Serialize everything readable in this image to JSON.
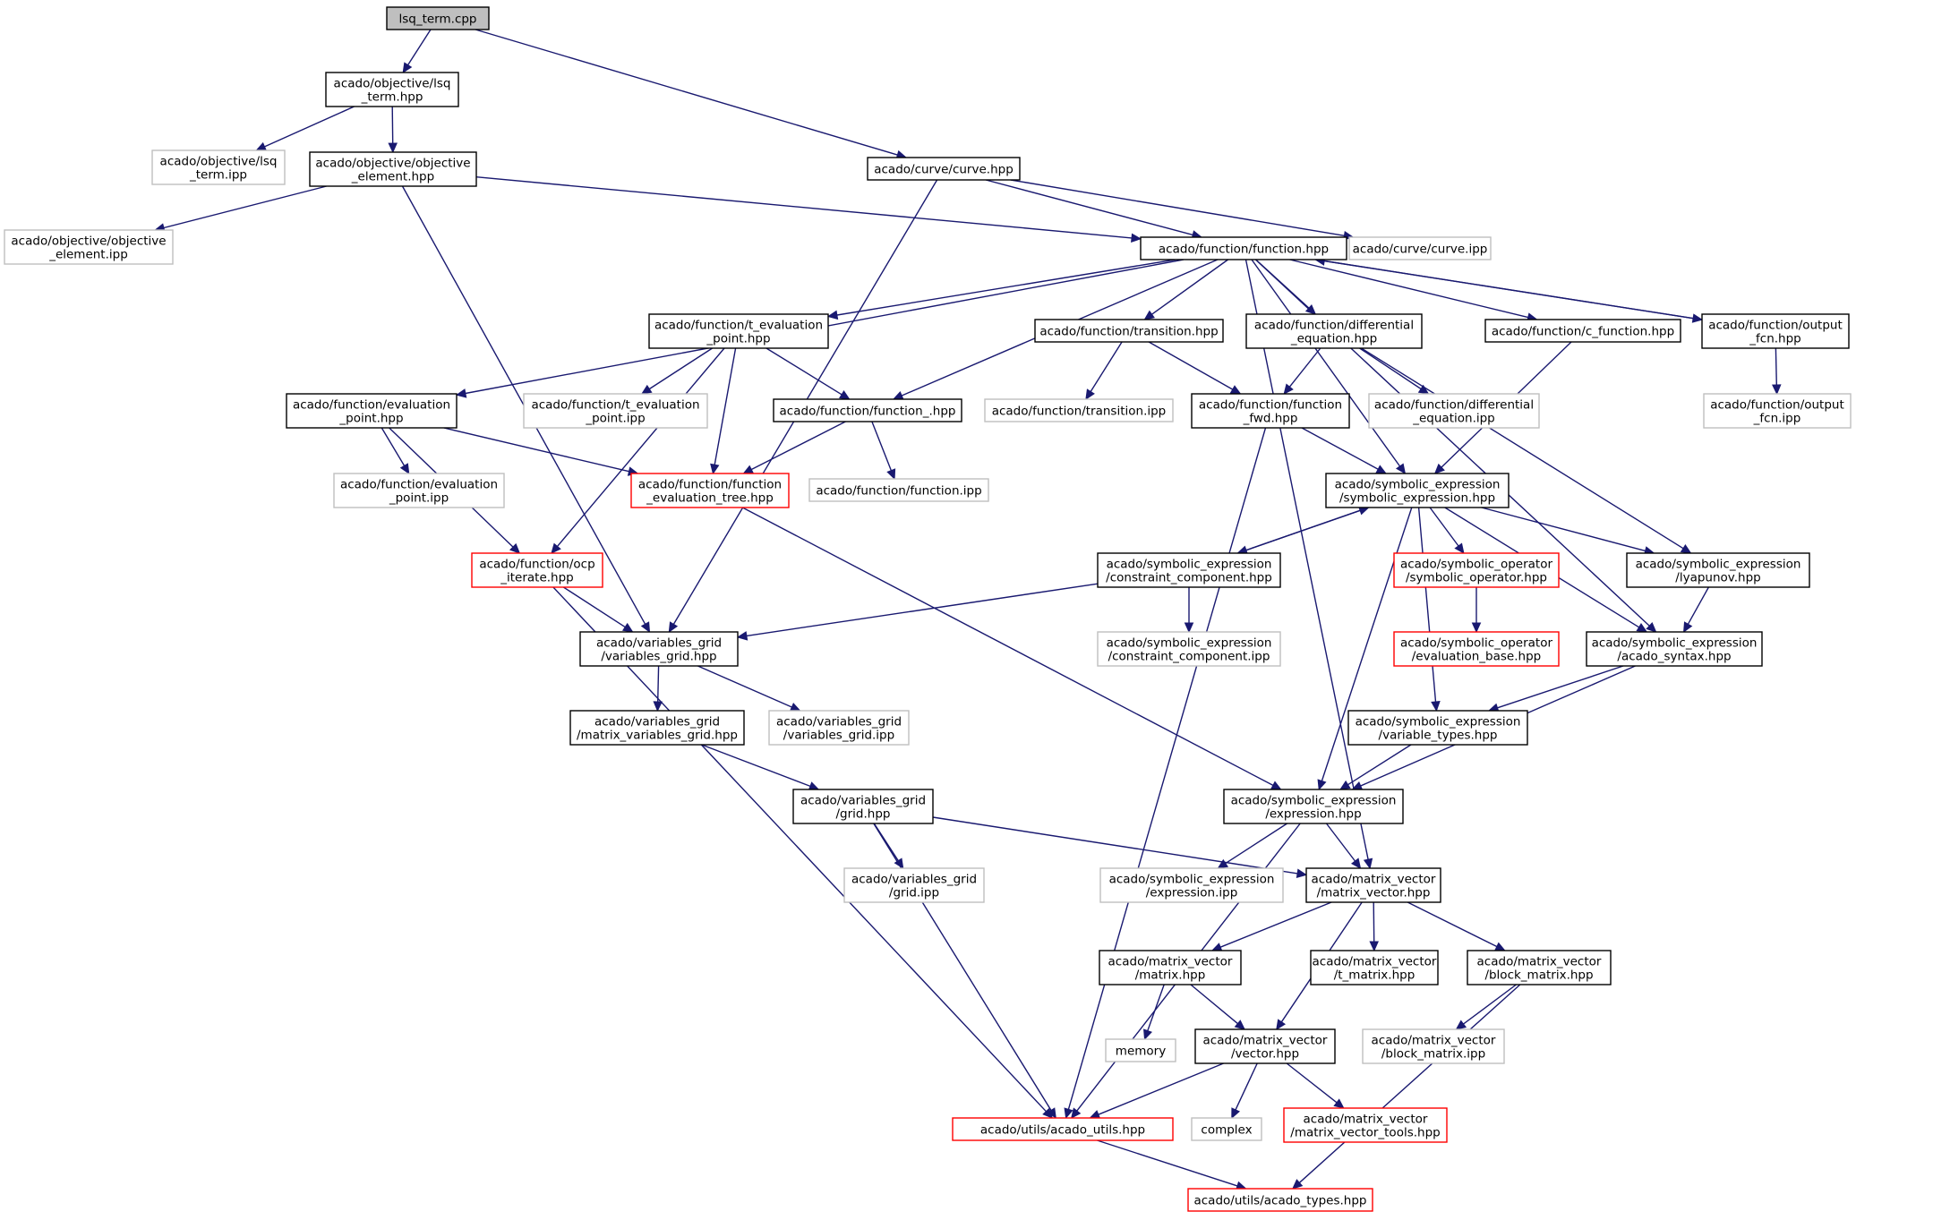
{
  "colors": {
    "edge": "#191970",
    "solid_border": "#000000",
    "missing_border": "#ff0000",
    "external_border": "#bfbfbf",
    "root_fill": "#bfbfbf",
    "text": "#000000"
  },
  "nodes": [
    {
      "id": "lsq_term_cpp",
      "lines": [
        "lsq_term.cpp"
      ],
      "style": "root"
    },
    {
      "id": "obj_lsq_hpp",
      "lines": [
        "acado/objective/lsq",
        "_term.hpp"
      ],
      "style": "solid"
    },
    {
      "id": "obj_lsq_ipp",
      "lines": [
        "acado/objective/lsq",
        "_term.ipp"
      ],
      "style": "external"
    },
    {
      "id": "obj_elem_hpp",
      "lines": [
        "acado/objective/objective",
        "_element.hpp"
      ],
      "style": "solid"
    },
    {
      "id": "obj_elem_ipp",
      "lines": [
        "acado/objective/objective",
        "_element.ipp"
      ],
      "style": "external"
    },
    {
      "id": "curve_hpp",
      "lines": [
        "acado/curve/curve.hpp"
      ],
      "style": "solid"
    },
    {
      "id": "curve_ipp",
      "lines": [
        "acado/curve/curve.ipp"
      ],
      "style": "external"
    },
    {
      "id": "function_hpp",
      "lines": [
        "acado/function/function.hpp"
      ],
      "style": "solid"
    },
    {
      "id": "t_eval_hpp",
      "lines": [
        "acado/function/t_evaluation",
        "_point.hpp"
      ],
      "style": "solid"
    },
    {
      "id": "transition_hpp",
      "lines": [
        "acado/function/transition.hpp"
      ],
      "style": "solid"
    },
    {
      "id": "diff_eq_hpp",
      "lines": [
        "acado/function/differential",
        "_equation.hpp"
      ],
      "style": "solid"
    },
    {
      "id": "c_function_hpp",
      "lines": [
        "acado/function/c_function.hpp"
      ],
      "style": "solid"
    },
    {
      "id": "output_fcn_hpp",
      "lines": [
        "acado/function/output",
        "_fcn.hpp"
      ],
      "style": "solid"
    },
    {
      "id": "eval_point_hpp",
      "lines": [
        "acado/function/evaluation",
        "_point.hpp"
      ],
      "style": "solid"
    },
    {
      "id": "t_eval_ipp",
      "lines": [
        "acado/function/t_evaluation",
        "_point.ipp"
      ],
      "style": "external"
    },
    {
      "id": "function__hpp",
      "lines": [
        "acado/function/function_.hpp"
      ],
      "style": "solid"
    },
    {
      "id": "transition_ipp",
      "lines": [
        "acado/function/transition.ipp"
      ],
      "style": "external"
    },
    {
      "id": "function_fwd_hpp",
      "lines": [
        "acado/function/function",
        "_fwd.hpp"
      ],
      "style": "solid"
    },
    {
      "id": "diff_eq_ipp",
      "lines": [
        "acado/function/differential",
        "_equation.ipp"
      ],
      "style": "external"
    },
    {
      "id": "output_fcn_ipp",
      "lines": [
        "acado/function/output",
        "_fcn.ipp"
      ],
      "style": "external"
    },
    {
      "id": "eval_point_ipp",
      "lines": [
        "acado/function/evaluation",
        "_point.ipp"
      ],
      "style": "external"
    },
    {
      "id": "func_eval_tree_hpp",
      "lines": [
        "acado/function/function",
        "_evaluation_tree.hpp"
      ],
      "style": "missing"
    },
    {
      "id": "function_ipp",
      "lines": [
        "acado/function/function.ipp"
      ],
      "style": "external"
    },
    {
      "id": "sym_expr_hpp",
      "lines": [
        "acado/symbolic_expression",
        "/symbolic_expression.hpp"
      ],
      "style": "solid"
    },
    {
      "id": "ocp_iterate_hpp",
      "lines": [
        "acado/function/ocp",
        "_iterate.hpp"
      ],
      "style": "missing"
    },
    {
      "id": "constraint_comp_hpp",
      "lines": [
        "acado/symbolic_expression",
        "/constraint_component.hpp"
      ],
      "style": "solid"
    },
    {
      "id": "sym_op_hpp",
      "lines": [
        "acado/symbolic_operator",
        "/symbolic_operator.hpp"
      ],
      "style": "missing"
    },
    {
      "id": "lyapunov_hpp",
      "lines": [
        "acado/symbolic_expression",
        "/lyapunov.hpp"
      ],
      "style": "solid"
    },
    {
      "id": "var_grid_hpp",
      "lines": [
        "acado/variables_grid",
        "/variables_grid.hpp"
      ],
      "style": "solid"
    },
    {
      "id": "constraint_comp_ipp",
      "lines": [
        "acado/symbolic_expression",
        "/constraint_component.ipp"
      ],
      "style": "external"
    },
    {
      "id": "eval_base_hpp",
      "lines": [
        "acado/symbolic_operator",
        "/evaluation_base.hpp"
      ],
      "style": "missing"
    },
    {
      "id": "acado_syntax_hpp",
      "lines": [
        "acado/symbolic_expression",
        "/acado_syntax.hpp"
      ],
      "style": "solid"
    },
    {
      "id": "matrix_var_grid_hpp",
      "lines": [
        "acado/variables_grid",
        "/matrix_variables_grid.hpp"
      ],
      "style": "solid"
    },
    {
      "id": "var_grid_ipp",
      "lines": [
        "acado/variables_grid",
        "/variables_grid.ipp"
      ],
      "style": "external"
    },
    {
      "id": "variable_types_hpp",
      "lines": [
        "acado/symbolic_expression",
        "/variable_types.hpp"
      ],
      "style": "solid"
    },
    {
      "id": "grid_hpp",
      "lines": [
        "acado/variables_grid",
        "/grid.hpp"
      ],
      "style": "solid"
    },
    {
      "id": "expression_hpp",
      "lines": [
        "acado/symbolic_expression",
        "/expression.hpp"
      ],
      "style": "solid"
    },
    {
      "id": "grid_ipp",
      "lines": [
        "acado/variables_grid",
        "/grid.ipp"
      ],
      "style": "external"
    },
    {
      "id": "expression_ipp",
      "lines": [
        "acado/symbolic_expression",
        "/expression.ipp"
      ],
      "style": "external"
    },
    {
      "id": "matrix_vector_hpp",
      "lines": [
        "acado/matrix_vector",
        "/matrix_vector.hpp"
      ],
      "style": "solid"
    },
    {
      "id": "matrix_hpp",
      "lines": [
        "acado/matrix_vector",
        "/matrix.hpp"
      ],
      "style": "solid"
    },
    {
      "id": "t_matrix_hpp",
      "lines": [
        "acado/matrix_vector",
        "/t_matrix.hpp"
      ],
      "style": "solid"
    },
    {
      "id": "block_matrix_hpp",
      "lines": [
        "acado/matrix_vector",
        "/block_matrix.hpp"
      ],
      "style": "solid"
    },
    {
      "id": "memory",
      "lines": [
        "memory"
      ],
      "style": "external"
    },
    {
      "id": "vector_hpp",
      "lines": [
        "acado/matrix_vector",
        "/vector.hpp"
      ],
      "style": "solid"
    },
    {
      "id": "block_matrix_ipp",
      "lines": [
        "acado/matrix_vector",
        "/block_matrix.ipp"
      ],
      "style": "external"
    },
    {
      "id": "acado_utils_hpp",
      "lines": [
        "acado/utils/acado_utils.hpp"
      ],
      "style": "missing"
    },
    {
      "id": "complex",
      "lines": [
        "complex"
      ],
      "style": "external"
    },
    {
      "id": "matrix_vector_tools_hpp",
      "lines": [
        "acado/matrix_vector",
        "/matrix_vector_tools.hpp"
      ],
      "style": "missing"
    },
    {
      "id": "acado_types_hpp",
      "lines": [
        "acado/utils/acado_types.hpp"
      ],
      "style": "missing"
    }
  ],
  "edges": [
    [
      "lsq_term_cpp",
      "obj_lsq_hpp"
    ],
    [
      "lsq_term_cpp",
      "curve_hpp"
    ],
    [
      "obj_lsq_hpp",
      "obj_lsq_ipp"
    ],
    [
      "obj_lsq_hpp",
      "obj_elem_hpp"
    ],
    [
      "obj_elem_hpp",
      "obj_elem_ipp"
    ],
    [
      "obj_elem_hpp",
      "function_hpp"
    ],
    [
      "obj_elem_hpp",
      "var_grid_hpp"
    ],
    [
      "curve_hpp",
      "function_hpp"
    ],
    [
      "curve_hpp",
      "curve_ipp"
    ],
    [
      "curve_hpp",
      "var_grid_hpp"
    ],
    [
      "function_hpp",
      "eval_point_hpp"
    ],
    [
      "function_hpp",
      "t_eval_hpp"
    ],
    [
      "function_hpp",
      "function__hpp"
    ],
    [
      "function_hpp",
      "transition_hpp"
    ],
    [
      "function_hpp",
      "diff_eq_hpp"
    ],
    [
      "function_hpp",
      "c_function_hpp"
    ],
    [
      "function_hpp",
      "output_fcn_hpp"
    ],
    [
      "function_hpp",
      "sym_expr_hpp"
    ],
    [
      "function_hpp",
      "acado_syntax_hpp"
    ],
    [
      "function_hpp",
      "matrix_vector_hpp"
    ],
    [
      "output_fcn_hpp",
      "function_hpp"
    ],
    [
      "output_fcn_hpp",
      "output_fcn_ipp"
    ],
    [
      "t_eval_hpp",
      "t_eval_ipp"
    ],
    [
      "t_eval_hpp",
      "function__hpp"
    ],
    [
      "t_eval_hpp",
      "func_eval_tree_hpp"
    ],
    [
      "t_eval_hpp",
      "ocp_iterate_hpp"
    ],
    [
      "transition_hpp",
      "transition_ipp"
    ],
    [
      "transition_hpp",
      "function_fwd_hpp"
    ],
    [
      "diff_eq_hpp",
      "function_fwd_hpp"
    ],
    [
      "diff_eq_hpp",
      "diff_eq_ipp"
    ],
    [
      "diff_eq_hpp",
      "lyapunov_hpp"
    ],
    [
      "c_function_hpp",
      "sym_expr_hpp"
    ],
    [
      "eval_point_hpp",
      "eval_point_ipp"
    ],
    [
      "eval_point_hpp",
      "func_eval_tree_hpp"
    ],
    [
      "eval_point_hpp",
      "ocp_iterate_hpp"
    ],
    [
      "function__hpp",
      "func_eval_tree_hpp"
    ],
    [
      "function__hpp",
      "function_ipp"
    ],
    [
      "function_fwd_hpp",
      "sym_expr_hpp"
    ],
    [
      "function_fwd_hpp",
      "acado_utils_hpp"
    ],
    [
      "func_eval_tree_hpp",
      "expression_hpp"
    ],
    [
      "sym_expr_hpp",
      "constraint_comp_hpp"
    ],
    [
      "sym_expr_hpp",
      "sym_op_hpp"
    ],
    [
      "sym_expr_hpp",
      "lyapunov_hpp"
    ],
    [
      "sym_expr_hpp",
      "acado_syntax_hpp"
    ],
    [
      "sym_expr_hpp",
      "variable_types_hpp"
    ],
    [
      "sym_expr_hpp",
      "expression_hpp"
    ],
    [
      "constraint_comp_hpp",
      "sym_expr_hpp"
    ],
    [
      "constraint_comp_hpp",
      "constraint_comp_ipp"
    ],
    [
      "constraint_comp_hpp",
      "var_grid_hpp"
    ],
    [
      "sym_op_hpp",
      "eval_base_hpp"
    ],
    [
      "lyapunov_hpp",
      "acado_syntax_hpp"
    ],
    [
      "ocp_iterate_hpp",
      "var_grid_hpp"
    ],
    [
      "ocp_iterate_hpp",
      "acado_utils_hpp"
    ],
    [
      "var_grid_hpp",
      "matrix_var_grid_hpp"
    ],
    [
      "var_grid_hpp",
      "var_grid_ipp"
    ],
    [
      "acado_syntax_hpp",
      "variable_types_hpp"
    ],
    [
      "acado_syntax_hpp",
      "expression_hpp"
    ],
    [
      "matrix_var_grid_hpp",
      "grid_hpp"
    ],
    [
      "variable_types_hpp",
      "expression_hpp"
    ],
    [
      "grid_hpp",
      "grid_ipp"
    ],
    [
      "grid_hpp",
      "matrix_vector_hpp"
    ],
    [
      "grid_hpp",
      "acado_utils_hpp"
    ],
    [
      "expression_hpp",
      "expression_ipp"
    ],
    [
      "expression_hpp",
      "matrix_vector_hpp"
    ],
    [
      "expression_hpp",
      "acado_utils_hpp"
    ],
    [
      "matrix_vector_hpp",
      "matrix_hpp"
    ],
    [
      "matrix_vector_hpp",
      "t_matrix_hpp"
    ],
    [
      "matrix_vector_hpp",
      "block_matrix_hpp"
    ],
    [
      "matrix_vector_hpp",
      "vector_hpp"
    ],
    [
      "matrix_hpp",
      "memory"
    ],
    [
      "matrix_hpp",
      "vector_hpp"
    ],
    [
      "block_matrix_hpp",
      "block_matrix_ipp"
    ],
    [
      "block_matrix_hpp",
      "acado_types_hpp"
    ],
    [
      "vector_hpp",
      "acado_utils_hpp"
    ],
    [
      "vector_hpp",
      "complex"
    ],
    [
      "vector_hpp",
      "matrix_vector_tools_hpp"
    ],
    [
      "acado_utils_hpp",
      "acado_types_hpp"
    ]
  ]
}
